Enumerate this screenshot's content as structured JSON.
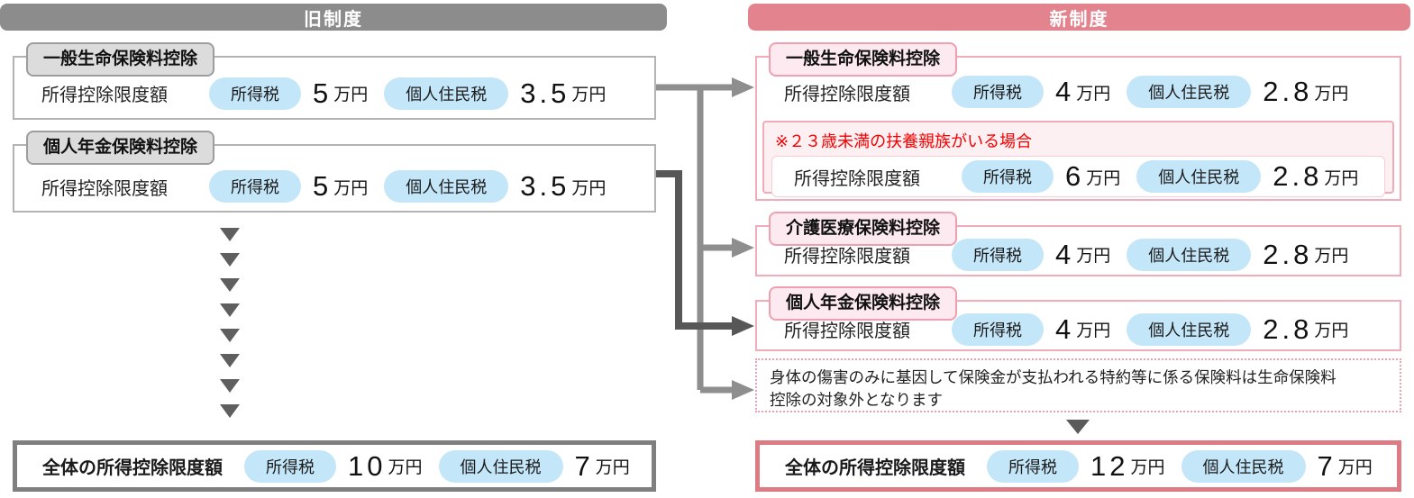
{
  "old": {
    "header": "旧制度",
    "boxes": [
      {
        "title": "一般生命保険料控除",
        "row": {
          "label": "所得控除限度額",
          "tax_badge": "所得税",
          "tax_value": "5",
          "tax_unit": "万円",
          "res_badge": "個人住民税",
          "res_value": "3.5",
          "res_unit": "万円"
        }
      },
      {
        "title": "個人年金保険料控除",
        "row": {
          "label": "所得控除限度額",
          "tax_badge": "所得税",
          "tax_value": "5",
          "tax_unit": "万円",
          "res_badge": "個人住民税",
          "res_value": "3.5",
          "res_unit": "万円"
        }
      }
    ],
    "total": {
      "label": "全体の所得控除限度額",
      "tax_badge": "所得税",
      "tax_value": "10",
      "tax_unit": "万円",
      "res_badge": "個人住民税",
      "res_value": "7",
      "res_unit": "万円"
    }
  },
  "new": {
    "header": "新制度",
    "boxes": [
      {
        "title": "一般生命保険料控除",
        "row": {
          "label": "所得控除限度額",
          "tax_badge": "所得税",
          "tax_value": "4",
          "tax_unit": "万円",
          "res_badge": "個人住民税",
          "res_value": "2.8",
          "res_unit": "万円"
        },
        "note": {
          "title": "※２３歳未満の扶養親族がいる場合",
          "row": {
            "label": "所得控除限度額",
            "tax_badge": "所得税",
            "tax_value": "6",
            "tax_unit": "万円",
            "res_badge": "個人住民税",
            "res_value": "2.8",
            "res_unit": "万円"
          }
        }
      },
      {
        "title": "介護医療保険料控除",
        "row": {
          "label": "所得控除限度額",
          "tax_badge": "所得税",
          "tax_value": "4",
          "tax_unit": "万円",
          "res_badge": "個人住民税",
          "res_value": "2.8",
          "res_unit": "万円"
        }
      },
      {
        "title": "個人年金保険料控除",
        "row": {
          "label": "所得控除限度額",
          "tax_badge": "所得税",
          "tax_value": "4",
          "tax_unit": "万円",
          "res_badge": "個人住民税",
          "res_value": "2.8",
          "res_unit": "万円"
        }
      }
    ],
    "exclusion_note": "身体の傷害のみに基因して保険金が支払われる特約等に係る保険料は生命保険料\n控除の対象外となります",
    "total": {
      "label": "全体の所得控除限度額",
      "tax_badge": "所得税",
      "tax_value": "12",
      "tax_unit": "万円",
      "res_badge": "個人住民税",
      "res_value": "7",
      "res_unit": "万円"
    }
  },
  "colors": {
    "old_accent": "#8c8c8c",
    "new_accent": "#e2838e",
    "badge_blue": "#c4e6f9",
    "note_red": "#f40000",
    "gray_border": "#b3b3b3",
    "pink_border": "#f2abb8",
    "arrow_light": "#8e8e8e",
    "arrow_dark": "#575757",
    "total_old_border": "#7f7f7f",
    "total_new_border": "#dd7b85"
  }
}
